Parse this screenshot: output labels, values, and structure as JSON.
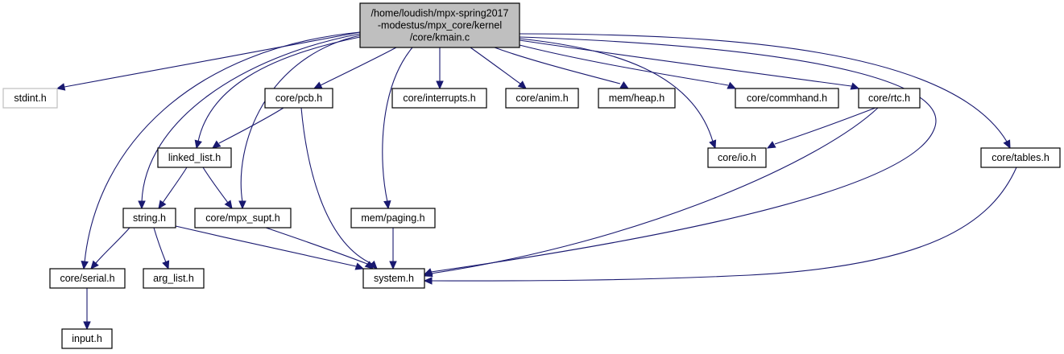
{
  "title": "Include dependency graph for kmain.c",
  "colors": {
    "edge": "#191970",
    "root_fill": "#bfbfbf",
    "node_border": "#000000",
    "external_border": "#bfbfbf"
  },
  "nodes": [
    {
      "id": "kmain",
      "lines": [
        "/home/loudish/mpx-spring2017",
        "-modestus/mpx_core/kernel",
        "/core/kmain.c"
      ],
      "kind": "root"
    },
    {
      "id": "stdint",
      "lines": [
        "stdint.h"
      ],
      "kind": "external"
    },
    {
      "id": "pcb",
      "lines": [
        "core/pcb.h"
      ],
      "kind": "file"
    },
    {
      "id": "interrupts",
      "lines": [
        "core/interrupts.h"
      ],
      "kind": "file"
    },
    {
      "id": "anim",
      "lines": [
        "core/anim.h"
      ],
      "kind": "file"
    },
    {
      "id": "heap",
      "lines": [
        "mem/heap.h"
      ],
      "kind": "file"
    },
    {
      "id": "commhand",
      "lines": [
        "core/commhand.h"
      ],
      "kind": "file"
    },
    {
      "id": "rtc",
      "lines": [
        "core/rtc.h"
      ],
      "kind": "file"
    },
    {
      "id": "linked_list",
      "lines": [
        "linked_list.h"
      ],
      "kind": "file"
    },
    {
      "id": "io",
      "lines": [
        "core/io.h"
      ],
      "kind": "file"
    },
    {
      "id": "tables",
      "lines": [
        "core/tables.h"
      ],
      "kind": "file"
    },
    {
      "id": "string",
      "lines": [
        "string.h"
      ],
      "kind": "file"
    },
    {
      "id": "mpx_supt",
      "lines": [
        "core/mpx_supt.h"
      ],
      "kind": "file"
    },
    {
      "id": "paging",
      "lines": [
        "mem/paging.h"
      ],
      "kind": "file"
    },
    {
      "id": "serial",
      "lines": [
        "core/serial.h"
      ],
      "kind": "file"
    },
    {
      "id": "arg_list",
      "lines": [
        "arg_list.h"
      ],
      "kind": "file"
    },
    {
      "id": "system",
      "lines": [
        "system.h"
      ],
      "kind": "file"
    },
    {
      "id": "input",
      "lines": [
        "input.h"
      ],
      "kind": "file"
    }
  ],
  "edges": [
    {
      "from": "kmain",
      "to": "stdint"
    },
    {
      "from": "kmain",
      "to": "pcb"
    },
    {
      "from": "kmain",
      "to": "interrupts"
    },
    {
      "from": "kmain",
      "to": "anim"
    },
    {
      "from": "kmain",
      "to": "heap"
    },
    {
      "from": "kmain",
      "to": "commhand"
    },
    {
      "from": "kmain",
      "to": "rtc"
    },
    {
      "from": "kmain",
      "to": "linked_list"
    },
    {
      "from": "kmain",
      "to": "io"
    },
    {
      "from": "kmain",
      "to": "tables"
    },
    {
      "from": "kmain",
      "to": "string"
    },
    {
      "from": "kmain",
      "to": "mpx_supt"
    },
    {
      "from": "kmain",
      "to": "paging"
    },
    {
      "from": "kmain",
      "to": "serial"
    },
    {
      "from": "kmain",
      "to": "system"
    },
    {
      "from": "pcb",
      "to": "linked_list"
    },
    {
      "from": "pcb",
      "to": "system"
    },
    {
      "from": "rtc",
      "to": "io"
    },
    {
      "from": "rtc",
      "to": "system"
    },
    {
      "from": "tables",
      "to": "system"
    },
    {
      "from": "linked_list",
      "to": "string"
    },
    {
      "from": "linked_list",
      "to": "mpx_supt"
    },
    {
      "from": "string",
      "to": "serial"
    },
    {
      "from": "string",
      "to": "arg_list"
    },
    {
      "from": "string",
      "to": "system"
    },
    {
      "from": "mpx_supt",
      "to": "system"
    },
    {
      "from": "paging",
      "to": "system"
    },
    {
      "from": "serial",
      "to": "input"
    }
  ]
}
